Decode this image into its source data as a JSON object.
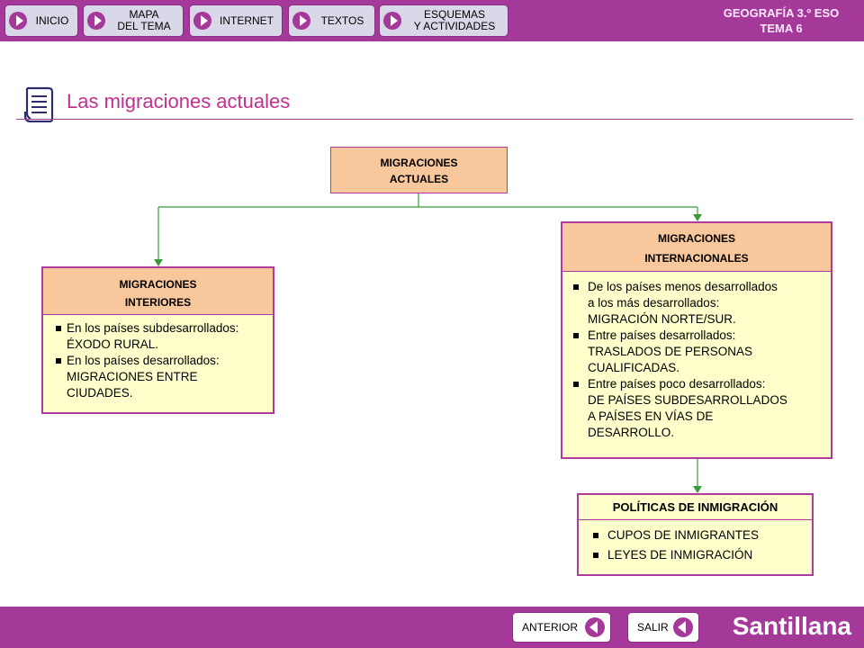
{
  "nav": {
    "inicio": "INICIO",
    "mapa_line1": "MAPA",
    "mapa_line2": "DEL TEMA",
    "internet": "INTERNET",
    "textos": "TEXTOS",
    "esquemas_line1": "ESQUEMAS",
    "esquemas_line2": "Y ACTIVIDADES"
  },
  "course": {
    "line1": "GEOGRAFÍA 3.º ESO",
    "line2": "TEMA 6"
  },
  "page_title": "Las migraciones actuales",
  "actuales": {
    "line1": "MIGRACIONES",
    "line2": "ACTUALES"
  },
  "interiores": {
    "line1": "MIGRACIONES",
    "line2": "INTERIORES",
    "items": [
      {
        "a": "En los países subdesarrollados:",
        "b": "ÉXODO RURAL."
      },
      {
        "a": "En los países desarrollados:",
        "b": "MIGRACIONES ENTRE",
        "c": "CIUDADES."
      }
    ]
  },
  "internacionales": {
    "line1": "MIGRACIONES",
    "line2": "INTERNACIONALES",
    "items": [
      {
        "a": "De los países menos desarrollados",
        "b": "a los más desarrollados:",
        "c": "MIGRACIÓN NORTE/SUR."
      },
      {
        "a": "Entre países desarrollados:",
        "b": "TRASLADOS DE PERSONAS",
        "c": "CUALIFICADAS."
      },
      {
        "a": "Entre países poco desarrollados:",
        "b": "DE PAÍSES SUBDESARROLLADOS",
        "c1": "A PAÍSES EN VÍAS",
        "c2": "DE",
        "d": "DESARROLLO."
      }
    ]
  },
  "politicas": {
    "title": "POLÍTICAS DE INMIGRACIÓN",
    "items": [
      "CUPOS DE INMIGRANTES",
      "LEYES DE INMIGRACIÓN"
    ]
  },
  "footer": {
    "anterior": "ANTERIOR",
    "salir": "SALIR",
    "brand": "Santillana"
  },
  "colors": {
    "bar": "#a5399a",
    "box_border": "#b03a9e",
    "header_fill": "#f9c79c",
    "body_fill": "#ffffcc",
    "connector": "#3a9a3a",
    "title": "#c0308f"
  }
}
